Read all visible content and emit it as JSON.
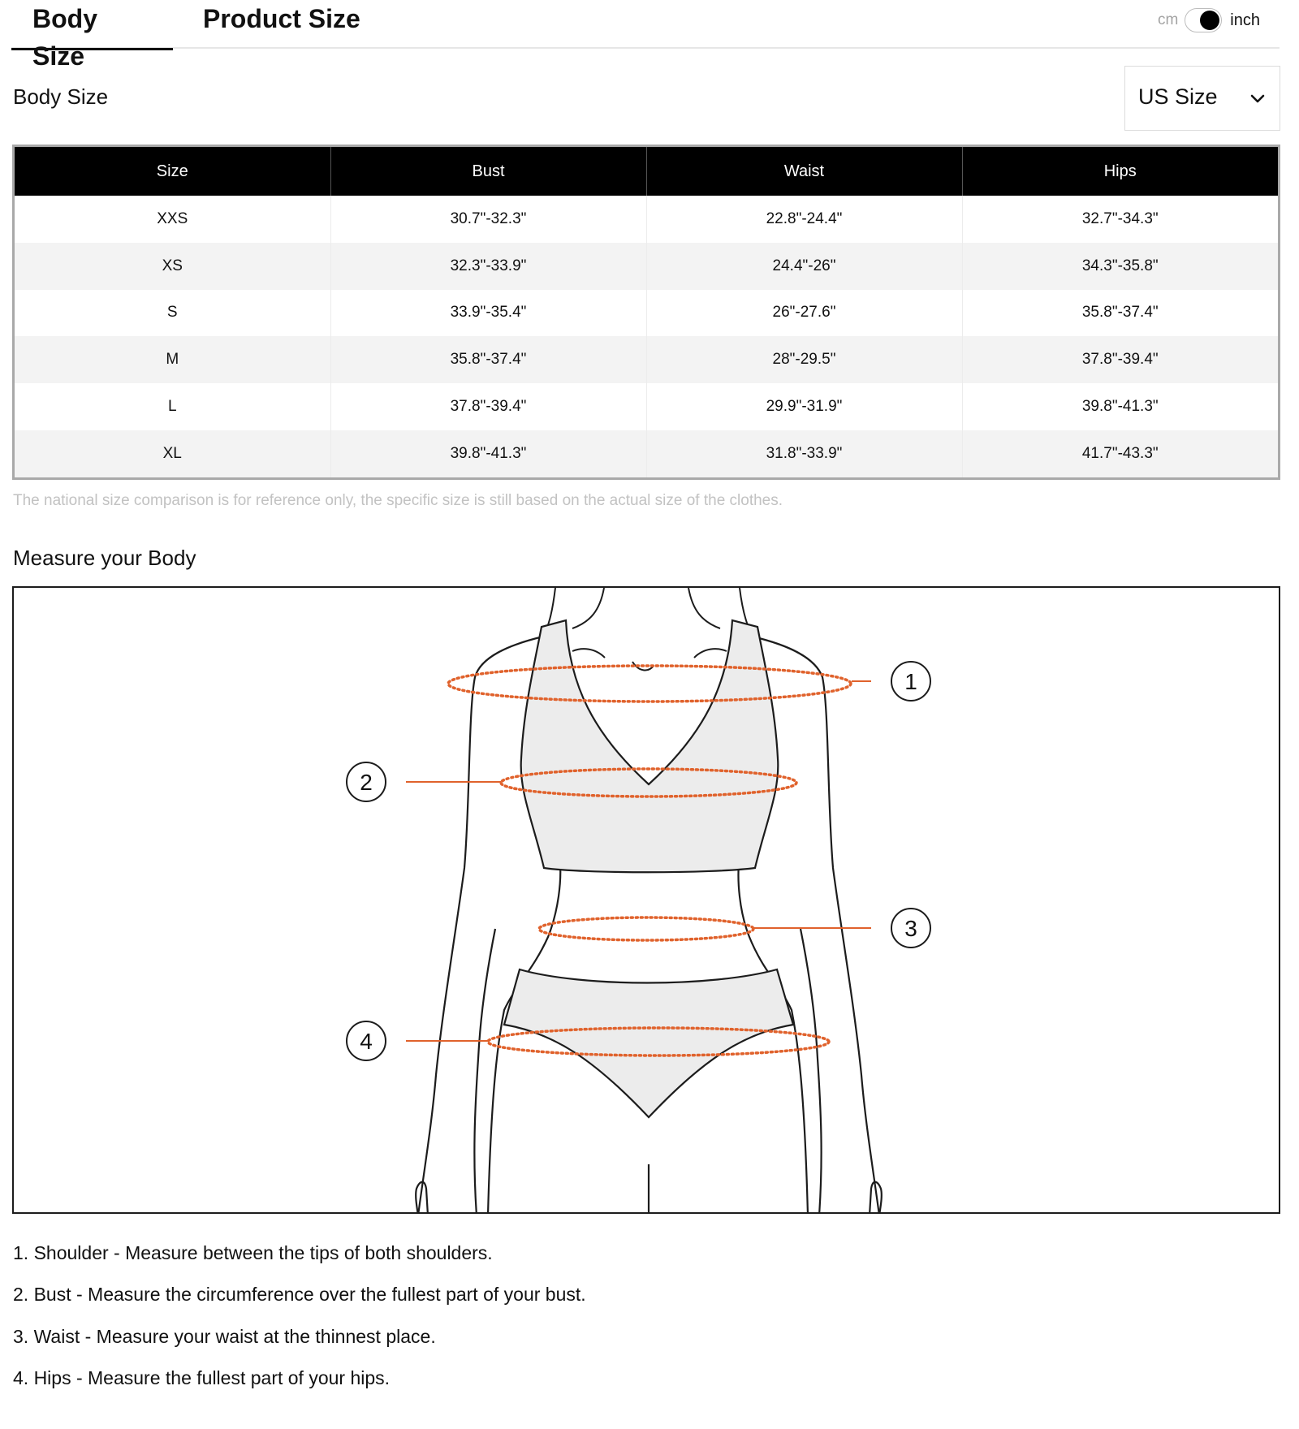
{
  "tabs": [
    {
      "label": "Body Size",
      "active": true
    },
    {
      "label": "Product Size",
      "active": false
    }
  ],
  "unit_switch": {
    "left_label": "cm",
    "right_label": "inch",
    "selected": "inch"
  },
  "body_size": {
    "title": "Body Size",
    "region_select": {
      "value": "US Size"
    }
  },
  "table": {
    "headers": [
      "Size",
      "Bust",
      "Waist",
      "Hips"
    ],
    "rows": [
      [
        "XXS",
        "30.7\"-32.3\"",
        "22.8\"-24.4\"",
        "32.7\"-34.3\""
      ],
      [
        "XS",
        "32.3\"-33.9\"",
        "24.4\"-26\"",
        "34.3\"-35.8\""
      ],
      [
        "S",
        "33.9\"-35.4\"",
        "26\"-27.6\"",
        "35.8\"-37.4\""
      ],
      [
        "M",
        "35.8\"-37.4\"",
        "28\"-29.5\"",
        "37.8\"-39.4\""
      ],
      [
        "L",
        "37.8\"-39.4\"",
        "29.9\"-31.9\"",
        "39.8\"-41.3\""
      ],
      [
        "XL",
        "39.8\"-41.3\"",
        "31.8\"-33.9\"",
        "41.7\"-43.3\""
      ]
    ]
  },
  "note": "The national size comparison is for reference only, the specific size is still based on the actual size of the clothes.",
  "measure": {
    "title": "Measure your Body",
    "markers": [
      "1",
      "2",
      "3",
      "4"
    ],
    "instructions": [
      "1. Shoulder - Measure between the tips of both shoulders.",
      "2. Bust - Measure the circumference over the fullest part of your bust.",
      "3. Waist - Measure your waist at the thinnest place.",
      "4. Hips - Measure the fullest part of your hips."
    ]
  },
  "colors": {
    "accent": "#e0622c",
    "header_bg": "#000000",
    "row_alt": "#f3f3f3",
    "garment_fill": "#ececec"
  }
}
